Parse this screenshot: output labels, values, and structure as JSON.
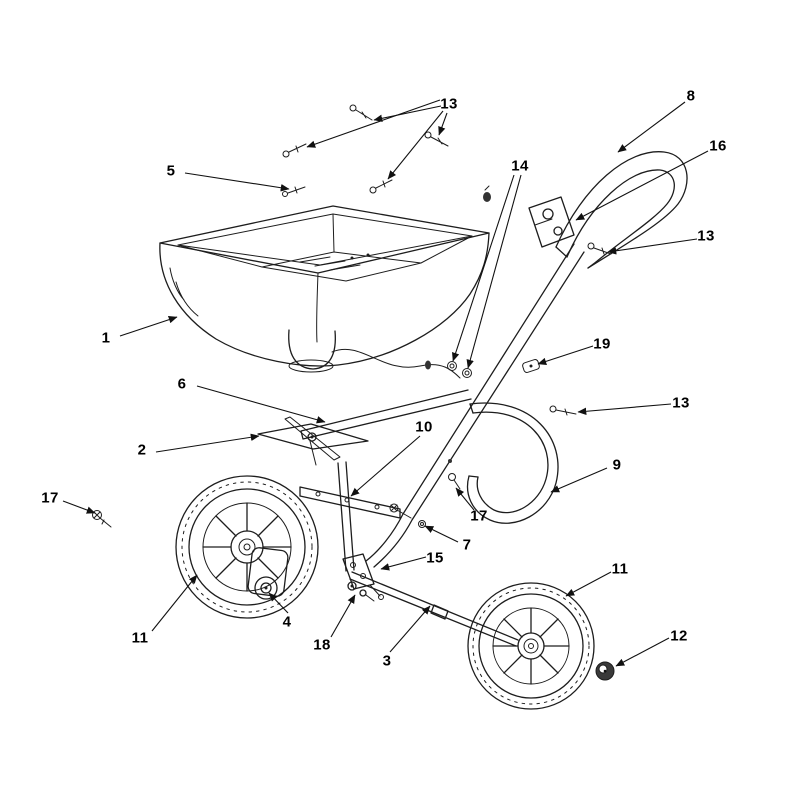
{
  "figure": {
    "background": "#ffffff",
    "line_color": "#1d1d1d",
    "label_color": "#000000"
  },
  "callouts": [
    {
      "id": "callout-13-top",
      "label": "13"
    },
    {
      "id": "callout-8",
      "label": "8"
    },
    {
      "id": "callout-16",
      "label": "16"
    },
    {
      "id": "callout-5",
      "label": "5"
    },
    {
      "id": "callout-14",
      "label": "14"
    },
    {
      "id": "callout-13-upper-right",
      "label": "13"
    },
    {
      "id": "callout-1",
      "label": "1"
    },
    {
      "id": "callout-19",
      "label": "19"
    },
    {
      "id": "callout-6",
      "label": "6"
    },
    {
      "id": "callout-13-mid-right",
      "label": "13"
    },
    {
      "id": "callout-2",
      "label": "2"
    },
    {
      "id": "callout-10",
      "label": "10"
    },
    {
      "id": "callout-9",
      "label": "9"
    },
    {
      "id": "callout-17-left",
      "label": "17"
    },
    {
      "id": "callout-17-mid",
      "label": "17"
    },
    {
      "id": "callout-7",
      "label": "7"
    },
    {
      "id": "callout-15",
      "label": "15"
    },
    {
      "id": "callout-11-right",
      "label": "11"
    },
    {
      "id": "callout-4",
      "label": "4"
    },
    {
      "id": "callout-18",
      "label": "18"
    },
    {
      "id": "callout-3",
      "label": "3"
    },
    {
      "id": "callout-11-left",
      "label": "11"
    },
    {
      "id": "callout-12",
      "label": "12"
    }
  ]
}
